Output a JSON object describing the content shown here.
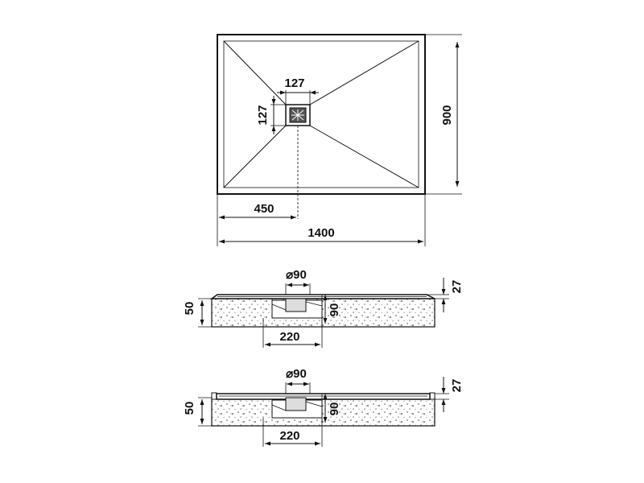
{
  "top_view": {
    "drain_width": "127",
    "drain_height": "127",
    "drain_offset": "450",
    "tray_width": "1400",
    "tray_depth": "900"
  },
  "section_a": {
    "outlet_diameter": "⌀90",
    "tray_height": "27",
    "base_height": "50",
    "outlet_depth": "90",
    "trap_length": "220"
  },
  "section_b": {
    "outlet_diameter": "⌀90",
    "tray_height": "27",
    "base_height": "50",
    "outlet_depth": "90",
    "trap_length": "220"
  },
  "colors": {
    "line": "#111111",
    "fill": "#ffffff",
    "stipple": "#777777"
  }
}
